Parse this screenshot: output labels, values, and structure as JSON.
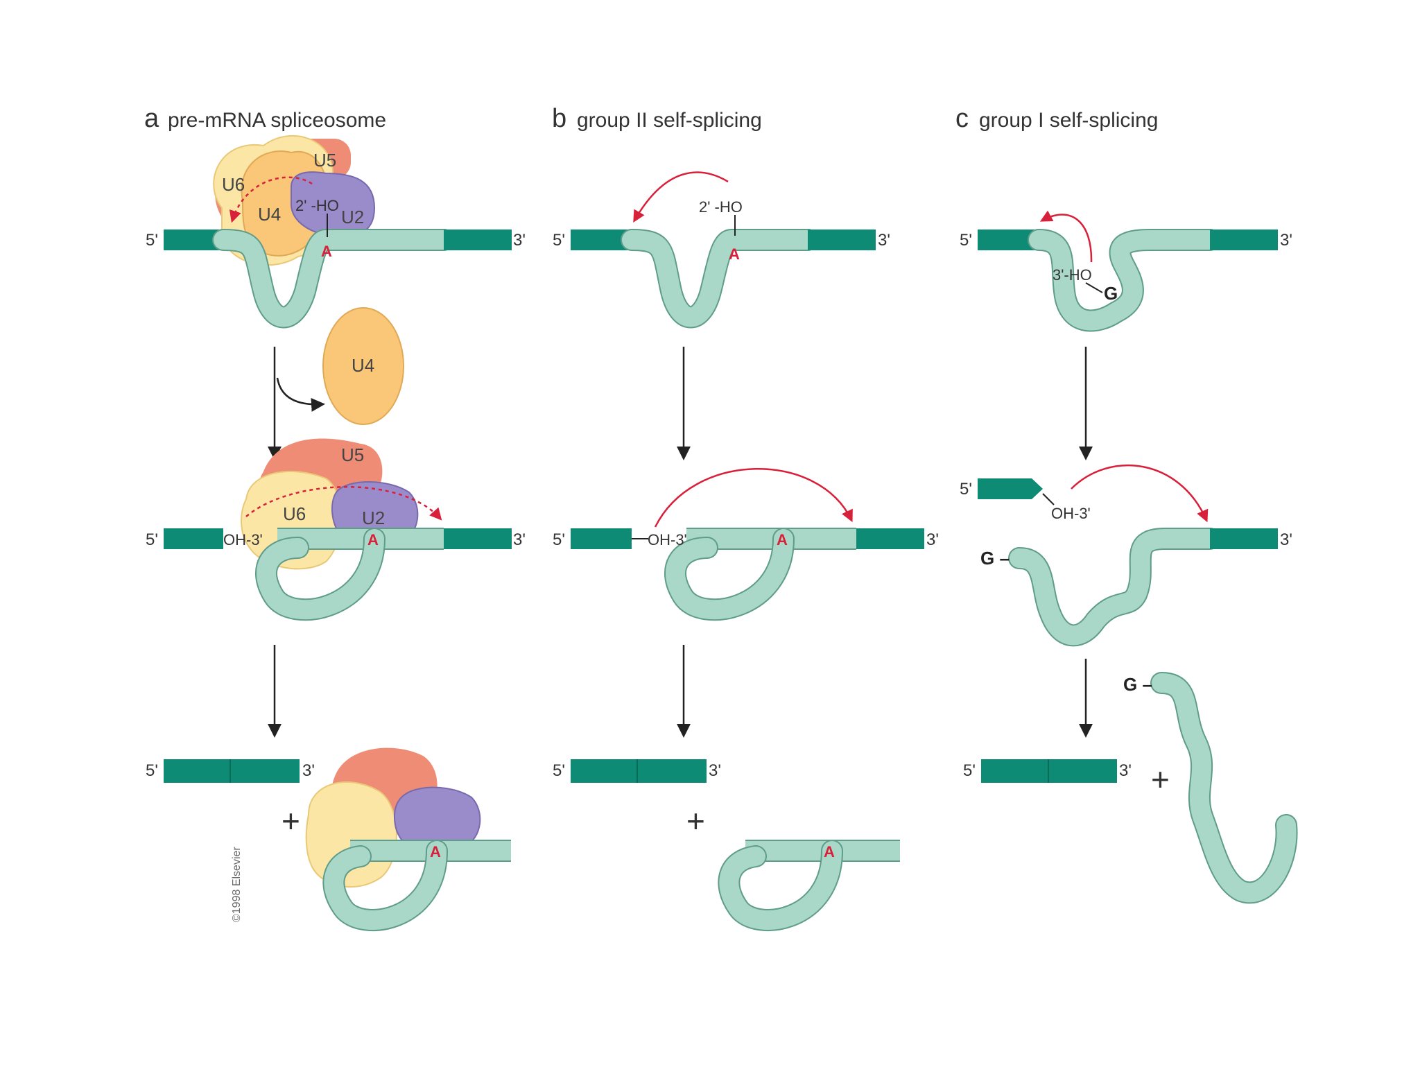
{
  "panels": [
    {
      "letter": "a",
      "title": "pre-mRNA spliceosome"
    },
    {
      "letter": "b",
      "title": "group II self-splicing"
    },
    {
      "letter": "c",
      "title": "group I self-splicing"
    }
  ],
  "labels": {
    "five_prime": "5'",
    "three_prime": "3'",
    "adenosine": "A",
    "two_prime_ho": "2' -HO",
    "three_prime_ho": "3'-HO",
    "oh_three_prime": "OH-3'",
    "guanosine": "G",
    "guanosine_linked": "G –",
    "plus": "+"
  },
  "snrnps": {
    "u2": "U2",
    "u4": "U4",
    "u5": "U5",
    "u6": "U6"
  },
  "copyright": "©1998 Elsevier",
  "colors": {
    "exon": "#0e8b74",
    "intron": "#a9d8c9",
    "intron_outline": "#5f9c8a",
    "u2": "#9a8ccb",
    "u4": "#fac678",
    "u5": "#ef8c76",
    "u6": "#fce6a6",
    "attack_arrow": "#d8203a",
    "arrow": "#222222"
  }
}
